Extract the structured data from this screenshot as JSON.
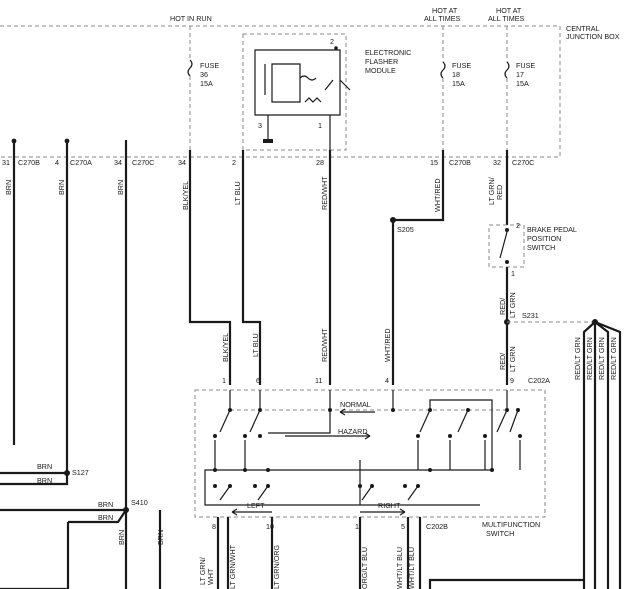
{
  "top_labels": {
    "hot_in_run": "HOT IN RUN",
    "hot_at_all_times_1": [
      "HOT AT",
      "ALL TIMES"
    ],
    "hot_at_all_times_2": [
      "HOT AT",
      "ALL TIMES"
    ],
    "central_junction_box": [
      "CENTRAL",
      "JUNCTION BOX"
    ]
  },
  "fuses": [
    {
      "lines": [
        "FUSE",
        "36",
        "15A"
      ]
    },
    {
      "lines": [
        "FUSE",
        "18",
        "15A"
      ]
    },
    {
      "lines": [
        "FUSE",
        "17",
        "15A"
      ]
    }
  ],
  "flasher": {
    "lines": [
      "ELECTRONIC",
      "FLASHER",
      "MODULE"
    ],
    "pins": {
      "p2": "2",
      "p3": "3",
      "p1": "1"
    }
  },
  "connector_row": [
    {
      "pin": "31",
      "conn": "C270B"
    },
    {
      "pin": "4",
      "conn": "C270A"
    },
    {
      "pin": "34",
      "conn": "C270C"
    },
    {
      "pin": "34",
      "conn": ""
    },
    {
      "pin": "2",
      "conn": ""
    },
    {
      "pin": "28",
      "conn": ""
    },
    {
      "pin": "15",
      "conn": "C270B"
    },
    {
      "pin": "32",
      "conn": "C270C"
    }
  ],
  "wire_colors_upper": {
    "brn_1": "BRN",
    "brn_2": "BRN",
    "brn_3": "BRN",
    "blk_yel": "BLK/YEL",
    "lt_blu": "LT BLU",
    "red_wht": "RED/WHT",
    "wht_red": "WHT/RED",
    "lt_grn_red": [
      "LT GRN/",
      "RED"
    ]
  },
  "brake_switch": {
    "lines": [
      "BRAKE PEDAL",
      "POSITION",
      "SWITCH"
    ],
    "pin1": "1",
    "pin2": "2"
  },
  "splices": {
    "s205": "S205",
    "s231": "S231",
    "s127": "S127",
    "s410": "S410"
  },
  "wire_colors_mid": {
    "red_lt_grn": [
      "RED/",
      "LT GRN"
    ],
    "red_lt_grn_2": [
      "RED/",
      "LT GRN"
    ],
    "blk_yel": "BLK/YEL",
    "lt_blu": "LT BLU",
    "red_wht": "RED/WHT",
    "wht_red": "WHT/RED"
  },
  "right_bundle": [
    "RED/LT GRN",
    "RED/LT GRN",
    "RED/LT GRN",
    "RED/LT GRN"
  ],
  "mfs_pins_top": [
    "1",
    "6",
    "11",
    "4",
    "9"
  ],
  "mfs_top_conn": "C202A",
  "mfs_labels": {
    "normal": "NORMAL",
    "hazard": "HAZARD",
    "left": "LEFT",
    "right": "RIGHT"
  },
  "mfs_name": [
    "MULTIFUNCTION",
    "SWITCH"
  ],
  "mfs_pins_bottom": [
    "8",
    "10",
    "1",
    "5"
  ],
  "mfs_bottom_conn": "C202B",
  "left_brn": [
    "BRN",
    "BRN",
    "BRN",
    "BRN"
  ],
  "bottom_colors": {
    "w8": [
      "LT GRN/",
      "WHT"
    ],
    "w8b": "LT GRN/WHT",
    "w10": "LT GRN/ORG",
    "w1": "ORG/LT BLU",
    "w5": "WHT/LT BLU",
    "w5b": "WHT/LT BLU",
    "brn_v": "BRN",
    "brn_v2": "BRN"
  }
}
